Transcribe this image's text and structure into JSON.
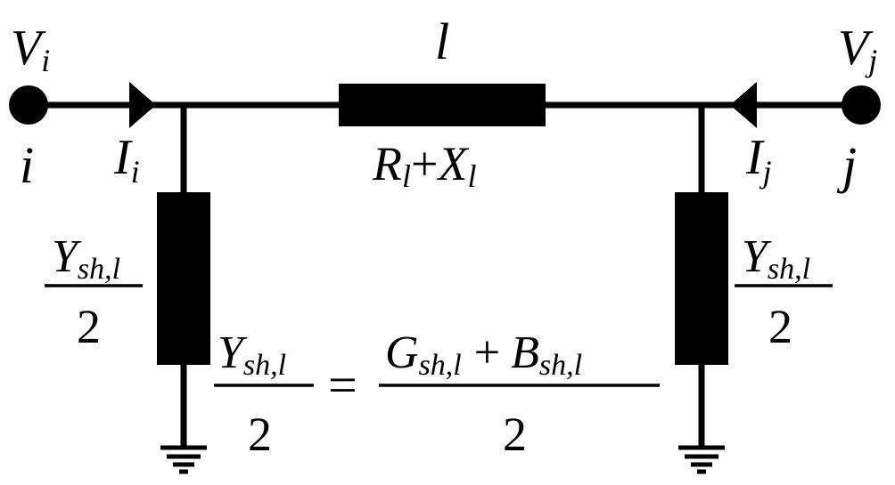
{
  "nodes": {
    "left": {
      "voltage_main": "V",
      "voltage_sub": "i",
      "name": "i",
      "current_main": "I",
      "current_sub": "i"
    },
    "right": {
      "voltage_main": "V",
      "voltage_sub": "j",
      "name": "j",
      "current_main": "I",
      "current_sub": "j"
    }
  },
  "line": {
    "label": "l",
    "impedance": {
      "r_main": "R",
      "r_sub": "l",
      "plus": "+",
      "x_main": "X",
      "x_sub": "l"
    }
  },
  "shunt_left": {
    "num_main": "Y",
    "num_sub": "sh,l",
    "den": "2"
  },
  "shunt_right": {
    "num_main": "Y",
    "num_sub": "sh,l",
    "den": "2"
  },
  "equation": {
    "lhs_main": "Y",
    "lhs_sub": "sh,l",
    "lhs_den": "2",
    "equals": "=",
    "g_main": "G",
    "g_sub": "sh,l",
    "plus": "+",
    "b_main": "B",
    "b_sub": "sh,l",
    "rhs_den": "2"
  },
  "colors": {
    "ink": "#000000",
    "background": "#ffffff"
  }
}
